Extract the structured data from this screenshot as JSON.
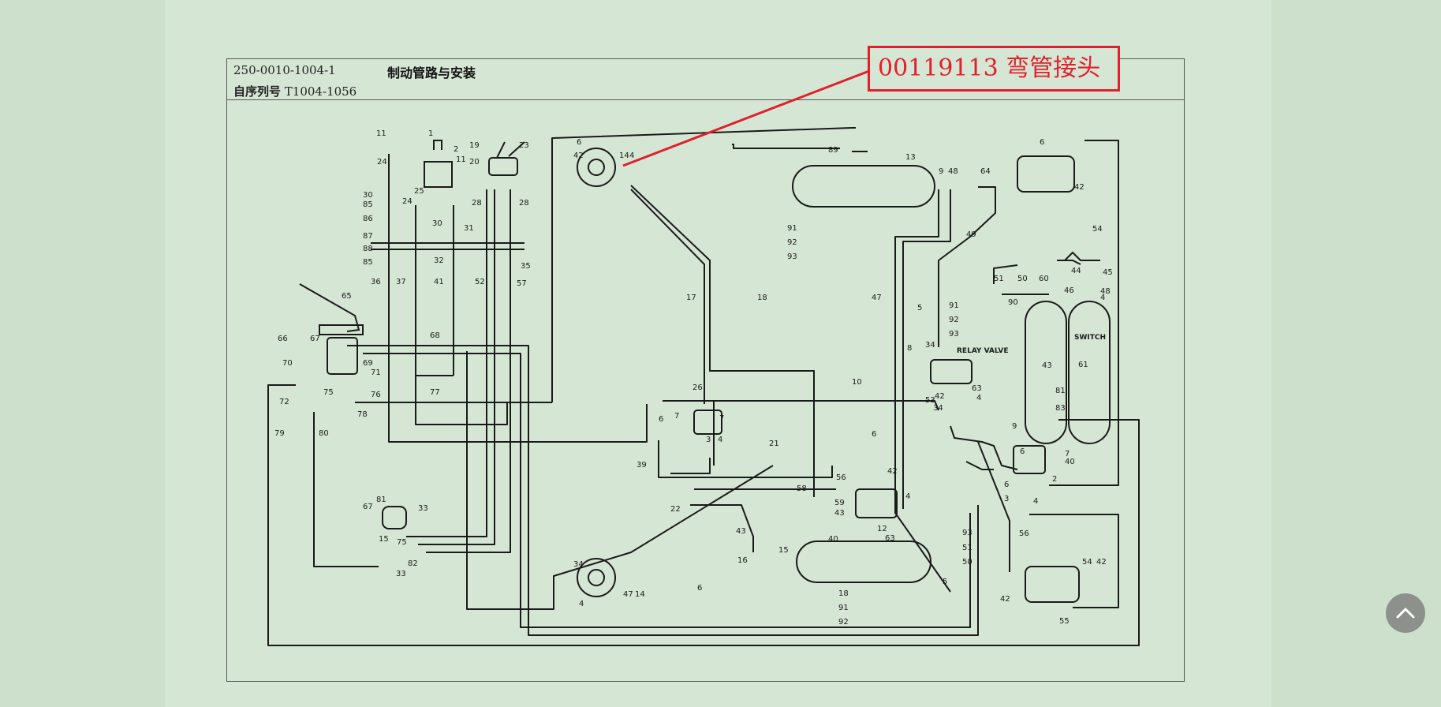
{
  "header": {
    "doc_number": "250-0010-1004-1",
    "doc_title": "制动管路与安装",
    "serial_label": "自序列号",
    "serial_range": "T1004-1056"
  },
  "callout": {
    "part_number": "00119113",
    "part_name": "弯管接头"
  },
  "diagram": {
    "labels": {
      "relay_valve": "RELAY VALVE",
      "switch": "SWITCH"
    },
    "part_refs": [
      "1",
      "2",
      "11",
      "24",
      "30",
      "85",
      "86",
      "87",
      "88",
      "85",
      "25",
      "24",
      "30",
      "31",
      "32",
      "19",
      "20",
      "11",
      "23",
      "28",
      "28",
      "35",
      "36",
      "37",
      "41",
      "52",
      "57",
      "65",
      "66",
      "67",
      "70",
      "69",
      "71",
      "68",
      "72",
      "75",
      "76",
      "77",
      "78",
      "79",
      "80",
      "81",
      "67",
      "33",
      "15",
      "75",
      "82",
      "33",
      "6",
      "42",
      "14",
      "4",
      "17",
      "18",
      "89",
      "13",
      "91",
      "92",
      "93",
      "9",
      "48",
      "64",
      "6",
      "42",
      "49",
      "47",
      "5",
      "54",
      "51",
      "50",
      "60",
      "44",
      "45",
      "46",
      "4",
      "48",
      "90",
      "91",
      "92",
      "93",
      "8",
      "34",
      "43",
      "61",
      "81",
      "83",
      "53",
      "42",
      "34",
      "63",
      "4",
      "10",
      "26",
      "7",
      "6",
      "7",
      "3",
      "4",
      "21",
      "39",
      "22",
      "6",
      "56",
      "58",
      "59",
      "43",
      "42",
      "4",
      "12",
      "63",
      "43",
      "16",
      "15",
      "40",
      "34",
      "47",
      "14",
      "4",
      "6",
      "18",
      "91",
      "92",
      "93",
      "51",
      "50",
      "56",
      "5",
      "9",
      "6",
      "7",
      "40",
      "2",
      "42",
      "54",
      "42",
      "55",
      "6",
      "3",
      "4",
      "4"
    ],
    "colors": {
      "line": "#1a1a1a",
      "callout": "#e0202c"
    }
  },
  "scroll_top": {
    "icon": "chevron-up-icon"
  }
}
